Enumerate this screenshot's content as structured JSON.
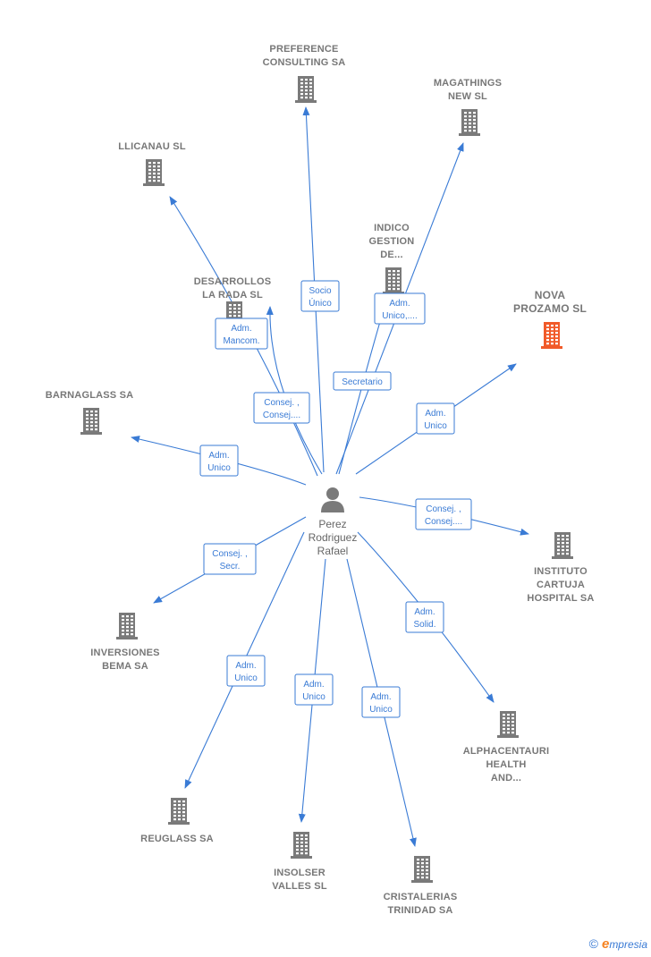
{
  "colors": {
    "edge": "#3a7bd5",
    "building": "#7a7a7a",
    "highlight": "#f15a29",
    "person": "#7a7a7a"
  },
  "center": {
    "name_lines": [
      "Perez",
      "Rodriguez",
      "Rafael"
    ],
    "icon": "person-icon"
  },
  "nodes": [
    {
      "id": "preference",
      "lines": [
        "PREFERENCE",
        "CONSULTING SA"
      ],
      "highlight": false
    },
    {
      "id": "magathings",
      "lines": [
        "MAGATHINGS",
        "NEW SL"
      ],
      "highlight": false
    },
    {
      "id": "llicanau",
      "lines": [
        "LLICANAU  SL"
      ],
      "highlight": false
    },
    {
      "id": "indico",
      "lines": [
        "INDICO",
        "GESTION",
        "DE..."
      ],
      "highlight": false
    },
    {
      "id": "desarrollos",
      "lines": [
        "DESARROLLOS",
        "LA RADA  SL"
      ],
      "highlight": false
    },
    {
      "id": "nova",
      "lines": [
        "NOVA",
        "PROZAMO  SL"
      ],
      "highlight": true
    },
    {
      "id": "barnaglass",
      "lines": [
        "BARNAGLASS SA"
      ],
      "highlight": false
    },
    {
      "id": "instituto",
      "lines": [
        "INSTITUTO",
        "CARTUJA",
        "HOSPITAL SA"
      ],
      "highlight": false
    },
    {
      "id": "inversiones",
      "lines": [
        "INVERSIONES",
        "BEMA SA"
      ],
      "highlight": false
    },
    {
      "id": "alphacentauri",
      "lines": [
        "ALPHACENTAURI",
        "HEALTH",
        "AND..."
      ],
      "highlight": false
    },
    {
      "id": "reuglass",
      "lines": [
        "REUGLASS SA"
      ],
      "highlight": false
    },
    {
      "id": "insolser",
      "lines": [
        "INSOLSER",
        "VALLES  SL"
      ],
      "highlight": false
    },
    {
      "id": "cristalerias",
      "lines": [
        "CRISTALERIAS",
        "TRINIDAD SA"
      ],
      "highlight": false
    }
  ],
  "edges": [
    {
      "to": "preference",
      "label_lines": [
        "Socio",
        "Único"
      ]
    },
    {
      "to": "magathings",
      "label_lines": [
        "Secretario"
      ]
    },
    {
      "to": "indico",
      "label_lines": [
        "Adm.",
        "Unico,...."
      ]
    },
    {
      "to": "llicanau",
      "label_lines": [
        "Adm.",
        "Mancom."
      ]
    },
    {
      "to": "desarrollos",
      "label_lines": [
        "Consej. ,",
        "Consej...."
      ]
    },
    {
      "to": "nova",
      "label_lines": [
        "Adm.",
        "Unico"
      ]
    },
    {
      "to": "barnaglass",
      "label_lines": [
        "Adm.",
        "Unico"
      ]
    },
    {
      "to": "instituto",
      "label_lines": [
        "Consej. ,",
        "Consej...."
      ]
    },
    {
      "to": "inversiones",
      "label_lines": [
        "Consej. ,",
        "Secr."
      ]
    },
    {
      "to": "alphacentauri",
      "label_lines": [
        "Adm.",
        "Solid."
      ]
    },
    {
      "to": "reuglass",
      "label_lines": [
        "Adm.",
        "Unico"
      ]
    },
    {
      "to": "insolser",
      "label_lines": [
        "Adm.",
        "Unico"
      ]
    },
    {
      "to": "cristalerias",
      "label_lines": [
        "Adm.",
        "Unico"
      ]
    }
  ],
  "footer": {
    "copyright_symbol": "©",
    "brand_initial": "e",
    "brand_rest": "mpresia"
  }
}
